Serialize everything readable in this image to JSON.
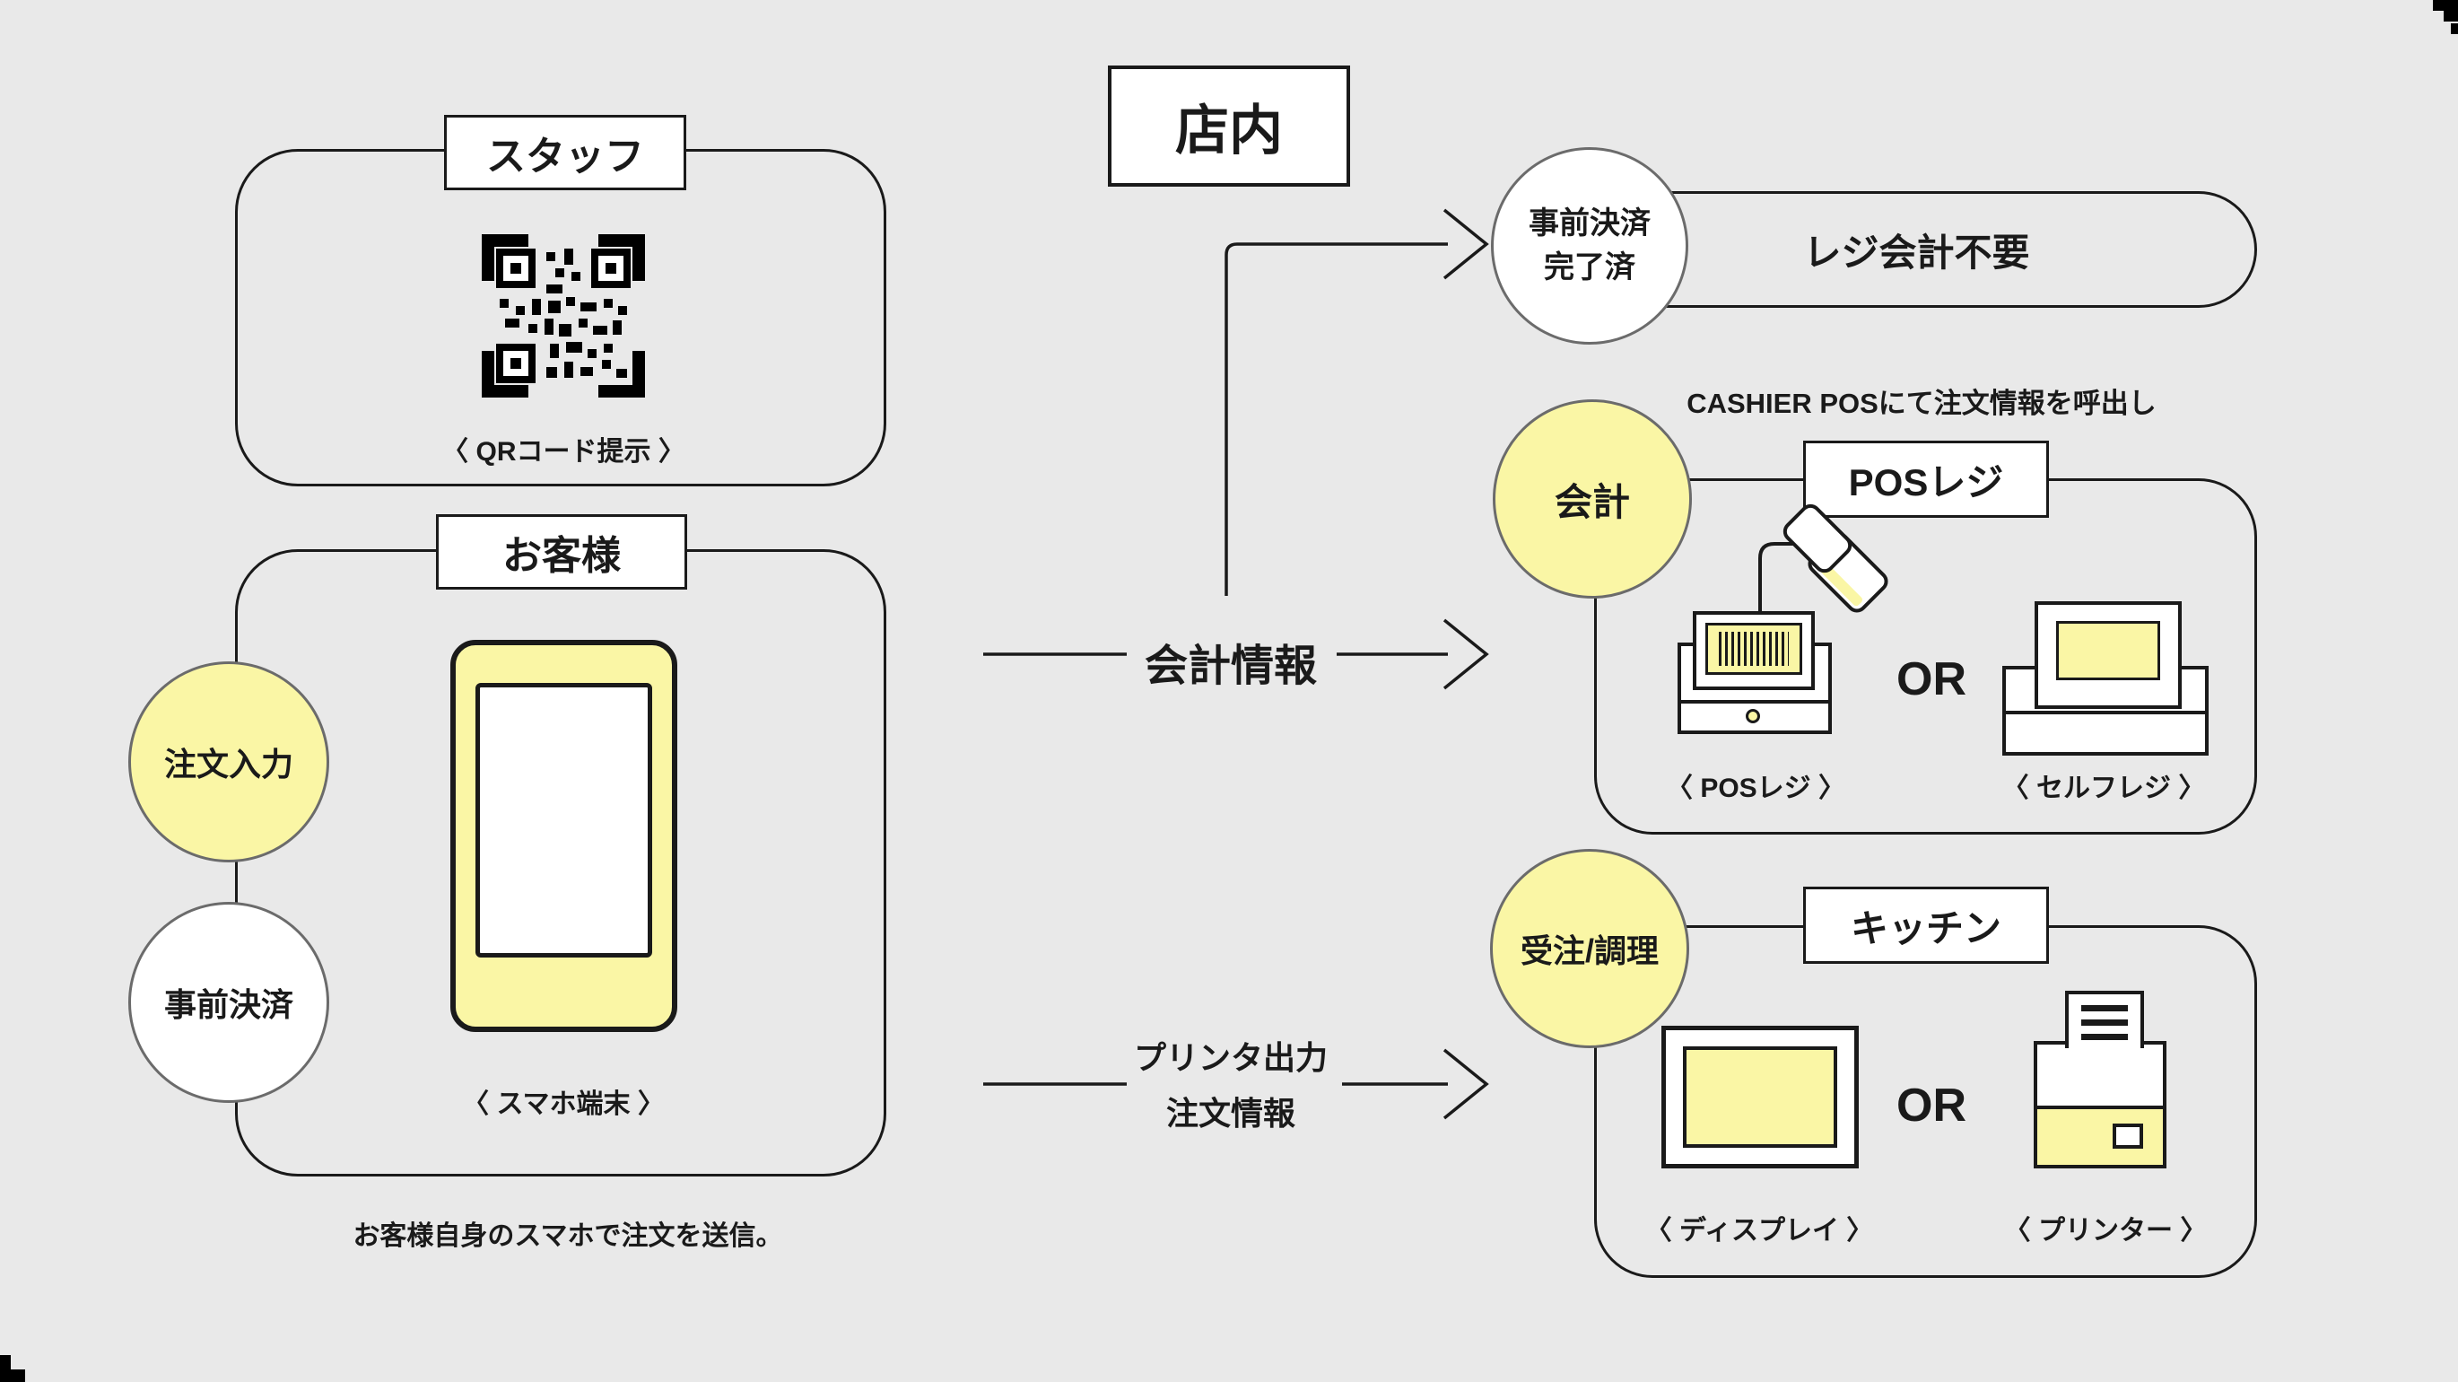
{
  "colors": {
    "background": "#E9E9E9",
    "accent_yellow": "#FAF6A5",
    "line_black": "#1A1A1A",
    "circle_stroke": "#6B6B6B",
    "white": "#FFFFFF"
  },
  "instore_label": "店内",
  "staff_section": {
    "label": "スタッフ",
    "qr_caption": "〈 QRコード提示 〉"
  },
  "customer_section": {
    "label": "お客様",
    "phone_caption": "〈 スマホ端末 〉",
    "step_order": "注文入力",
    "step_prepay": "事前決済",
    "note": "お客様自身のスマホで注文を送信。"
  },
  "prepaid_branch": {
    "circle_line1": "事前決済",
    "circle_line2": "完了済",
    "result": "レジ会計不要"
  },
  "accounting_flow": {
    "label": "会計情報"
  },
  "printer_flow": {
    "label_line1": "プリンタ出力",
    "label_line2": "注文情報"
  },
  "pos_section": {
    "note": "CASHIER POSにて注文情報を呼出し",
    "circle": "会計",
    "label": "POSレジ",
    "or": "OR",
    "item1_caption": "〈 POSレジ 〉",
    "item2_caption": "〈 セルフレジ 〉"
  },
  "kitchen_section": {
    "circle": "受注/調理",
    "label": "キッチン",
    "or": "OR",
    "item1_caption": "〈 ディスプレイ 〉",
    "item2_caption": "〈 プリンター 〉"
  }
}
